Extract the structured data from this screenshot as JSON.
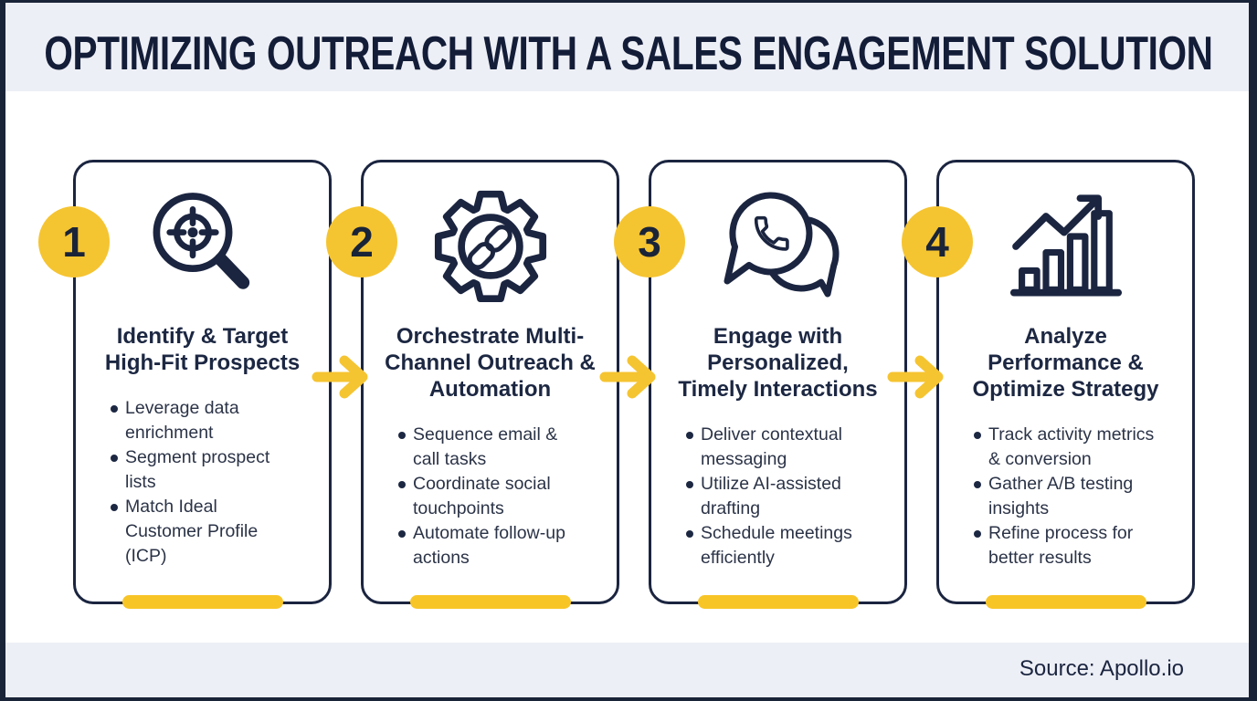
{
  "header": {
    "title": "OPTIMIZING OUTREACH WITH A SALES ENGAGEMENT SOLUTION"
  },
  "footer": {
    "source": "Source: Apollo.io"
  },
  "colors": {
    "navy": "#1B2540",
    "accent_yellow": "#F5C431",
    "band_background": "#EDEFF6",
    "card_background": "#FFFFFF"
  },
  "flow": {
    "connector_icon": "right-arrow-icon",
    "connector_count": 3
  },
  "steps": [
    {
      "number": "1",
      "icon": "target-search-icon",
      "title_lines": [
        "Identify & Target",
        "High-Fit Prospects"
      ],
      "bullets": [
        "Leverage data\nenrichment",
        "Segment prospect\nlists",
        "Match Ideal\nCustomer Profile\n(ICP)"
      ]
    },
    {
      "number": "2",
      "icon": "gear-link-icon",
      "title_lines": [
        "Orchestrate Multi-",
        "Channel Outreach &",
        "Automation"
      ],
      "bullets": [
        "Sequence email &\ncall tasks",
        "Coordinate social\ntouchpoints",
        "Automate follow-up\nactions"
      ]
    },
    {
      "number": "3",
      "icon": "chat-bubbles-phone-icon",
      "title_lines": [
        "Engage with",
        "Personalized,",
        "Timely Interactions"
      ],
      "bullets": [
        "Deliver contextual\nmessaging",
        "Utilize AI-assisted\ndrafting",
        "Schedule meetings\nefficiently"
      ]
    },
    {
      "number": "4",
      "icon": "growth-chart-icon",
      "title_lines": [
        "Analyze",
        "Performance &",
        "Optimize Strategy"
      ],
      "bullets": [
        "Track activity metrics\n& conversion",
        "Gather A/B testing\ninsights",
        "Refine process for\nbetter results"
      ]
    }
  ]
}
